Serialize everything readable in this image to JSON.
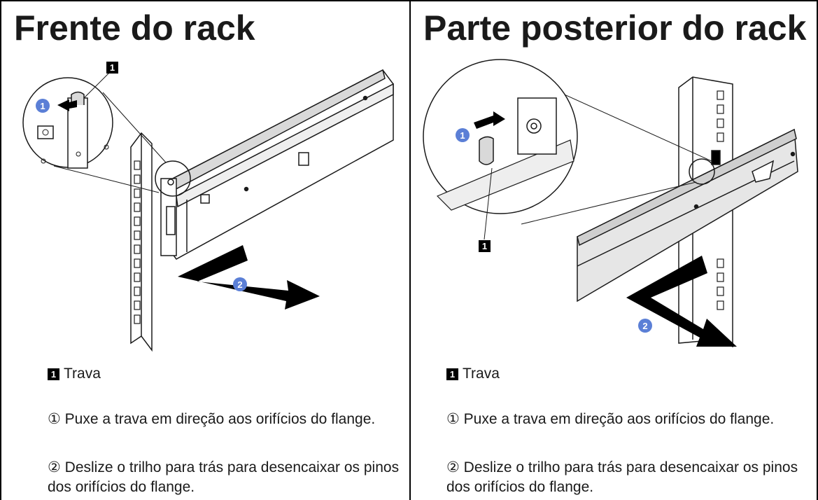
{
  "panels": [
    {
      "title": "Frente do rack",
      "callout_number": "1",
      "step_markers": [
        "1",
        "2"
      ],
      "legend": {
        "number": "1",
        "label": "Trava"
      },
      "steps": [
        "① Puxe a trava em direção aos orifícios do flange.",
        "② Deslize o trilho para trás para desencaixar os pinos dos orifícios do flange."
      ]
    },
    {
      "title": "Parte posterior do rack",
      "callout_number": "1",
      "step_markers": [
        "1",
        "2"
      ],
      "legend": {
        "number": "1",
        "label": "Trava"
      },
      "steps": [
        "① Puxe a trava em direção aos orifícios do flange.",
        "② Deslize o trilho para trás para desencaixar os pinos dos orifícios do flange."
      ]
    }
  ],
  "colors": {
    "step_marker": "#5b7fd6",
    "arrow": "#000000",
    "rail_shade": "#d9d9d9",
    "line": "#1a1a1a"
  }
}
